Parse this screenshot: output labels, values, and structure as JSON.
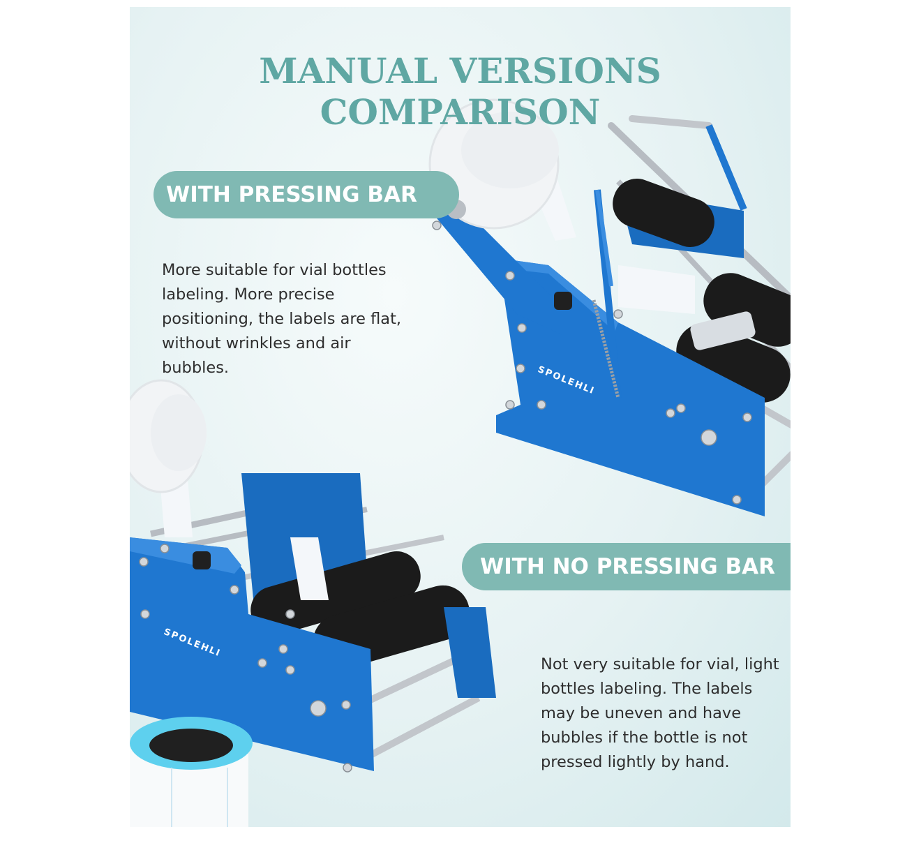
{
  "title": "MANUAL VERSIONS COMPARISON",
  "sections": [
    {
      "badge": "WITH PRESSING BAR",
      "description": "More suitable for vial bottles labeling. More precise positioning, the labels are flat, without wrinkles and air bubbles."
    },
    {
      "badge": "WITH NO PRESSING BAR",
      "description": "Not very suitable for vial, light bottles labeling. The labels may be uneven and have bubbles if the bottle is not pressed lightly by hand."
    }
  ],
  "brand_mark": "SPOLEHLI",
  "colors": {
    "title": "#5fa7a3",
    "badge": "#80b9b3",
    "machine_blue": "#1f77d0",
    "roller": "#1b1b1b"
  }
}
